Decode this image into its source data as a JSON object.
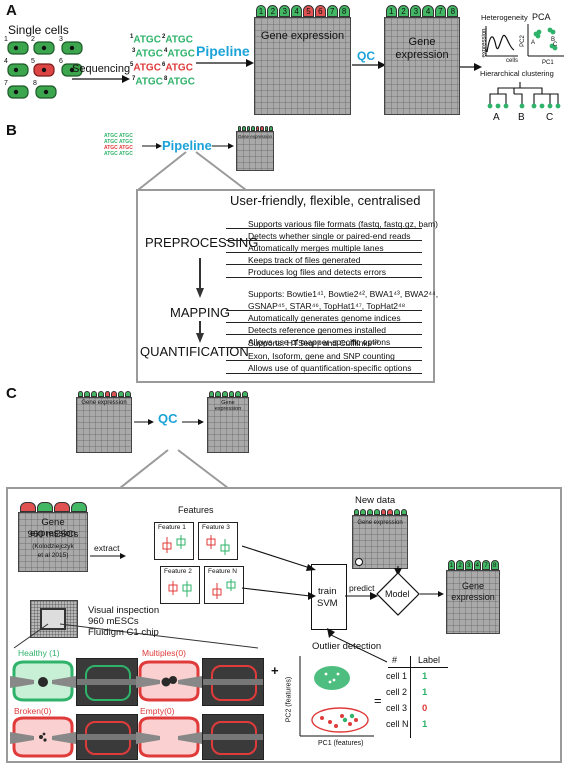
{
  "panelA": {
    "letter": "A",
    "single_cells": "Single cells",
    "sequencing": "Sequencing",
    "reads": [
      {
        "n": "1",
        "seq": "ATGC",
        "color": "green"
      },
      {
        "n": "2",
        "seq": "ATGC",
        "color": "green"
      },
      {
        "n": "3",
        "seq": "ATGC",
        "color": "green"
      },
      {
        "n": "4",
        "seq": "ATGC",
        "color": "green"
      },
      {
        "n": "5",
        "seq": "ATGC",
        "color": "red"
      },
      {
        "n": "6",
        "seq": "ATGC",
        "color": "red"
      },
      {
        "n": "7",
        "seq": "ATGC",
        "color": "green"
      },
      {
        "n": "8",
        "seq": "ATGC",
        "color": "green"
      }
    ],
    "cell_numbers": [
      "1",
      "2",
      "3",
      "4",
      "5",
      "6",
      "7",
      "8"
    ],
    "pipeline": "Pipeline",
    "gene_expression": "Gene expression",
    "qc": "QC",
    "gene_expression_2": "Gene expression",
    "col_numbers": [
      "1",
      "2",
      "3",
      "4",
      "5",
      "6",
      "7",
      "8"
    ],
    "heterogeneity": "Heterogeneity",
    "expression": "expression",
    "cells": "cells",
    "pca": "PCA",
    "pc1": "PC1",
    "pc2": "PC2",
    "pca_groups": [
      "A",
      "B",
      "C"
    ],
    "hierarchical_clustering": "Hierarchical clustering",
    "clusters": [
      "A",
      "B",
      "C"
    ]
  },
  "panelB": {
    "letter": "B",
    "pipeline": "Pipeline",
    "gene_expression": "Gene expression",
    "heading": "User-friendly, flexible, centralised",
    "steps": [
      "PREPROCESSING",
      "MAPPING",
      "QUANTIFICATION"
    ],
    "preprocessing_items": [
      "Supports various file formats (fastq, fastq.gz, bam)",
      "Detects whether single or paired-end reads",
      "Automatically merges multiple lanes",
      "Keeps track of files generated",
      "Produces log files and detects errors"
    ],
    "mapping_items": [
      "Supports: Bowtie1⁴¹, Bowtie2⁴², BWA1⁴³, BWA2⁴⁴,",
      "GSNAP⁴⁵, STAR⁴⁶, TopHat1⁴⁷, TopHat2⁴⁸",
      "Automatically generates genome indices",
      "Detects reference genomes installed",
      "Allows use of mapper-specific options"
    ],
    "quant_items": [
      "Supports: HTSeq⁴⁹ and Cufflinks⁵⁰",
      "Exon, Isoform, gene and SNP counting",
      "Allows use of quantification-specific options"
    ]
  },
  "panelC": {
    "letter": "C",
    "gene_expression": "Gene expression",
    "qc": "QC",
    "gene_expression_small": "Gene expression",
    "ge_960": [
      "Gene expression",
      "960 mESCs"
    ],
    "citation": [
      "(Kolodziejczyk",
      "et al 2015)"
    ],
    "extract": "extract",
    "features": "Features",
    "feature_labels": [
      "Feature 1",
      "Feature 3",
      "Feature 2",
      "Feature N"
    ],
    "new_data": "New data",
    "new_data_ge": "Gene expression",
    "train_svm": [
      "train",
      "SVM"
    ],
    "predict": "predict",
    "model": "Model",
    "gene_expression_out": [
      "Gene",
      "expression"
    ],
    "visual_inspection": [
      "Visual inspection",
      "960 mESCs",
      "Fluidigm C1 chip"
    ],
    "states": [
      "Healthy (1)",
      "Multiples(0)",
      "Broken(0)",
      "Empty(0)"
    ],
    "outlier_detection": "Outlier detection",
    "pc1_features": "PC1 (features)",
    "pc2_features": "PC2 (features)",
    "table_header": [
      "#",
      "Label"
    ],
    "table_rows": [
      {
        "cell": "cell 1",
        "label": "1",
        "color": "#2fb36a"
      },
      {
        "cell": "cell 2",
        "label": "1",
        "color": "#2fb36a"
      },
      {
        "cell": "cell 3",
        "label": "0",
        "color": "#e03b3b"
      },
      {
        "cell": "cell N",
        "label": "1",
        "color": "#2fb36a"
      }
    ],
    "plus": "+",
    "equals": "="
  }
}
